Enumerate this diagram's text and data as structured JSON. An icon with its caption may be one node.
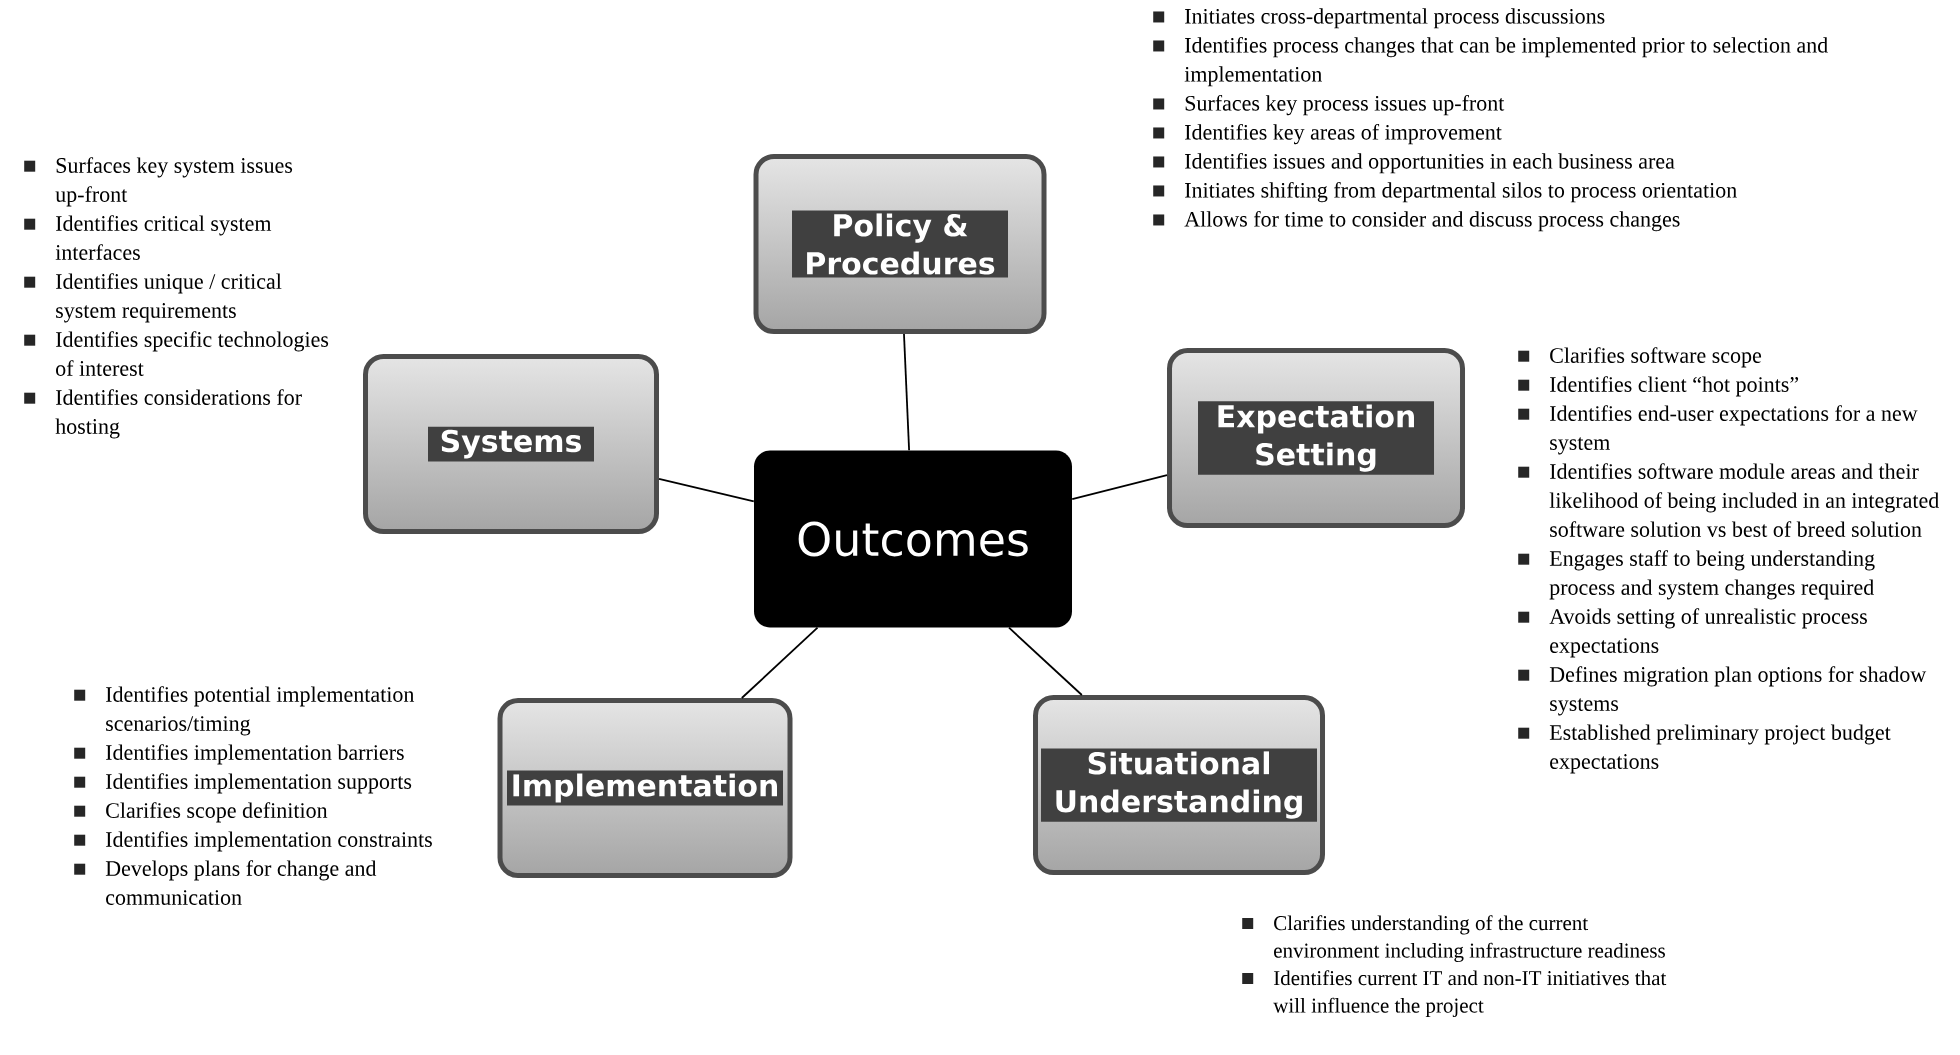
{
  "diagram": {
    "nodes": [
      {
        "text": [
          "Outcomes"
        ]
      },
      {
        "text": [
          "Policy & Procedures"
        ],
        "beside": [
          "Initiates cross-departmental process discussions",
          "Identifies process changes that can be implemented prior to selection and implementation",
          "Surfaces key process issues up-front",
          "Identifies key areas of improvement",
          "Identifies issues and opportunities in each business area",
          "Initiates shifting from departmental silos to process orientation",
          "Allows for time to consider and discuss process changes"
        ]
      },
      {
        "text": [
          "Systems"
        ],
        "beside": [
          "Surfaces key system issues up-front",
          "Identifies critical system interfaces",
          "Identifies unique / critical system requirements",
          "Identifies specific technologies of interest",
          "Identifies considerations for hosting"
        ]
      },
      {
        "text": [
          "Expectation Setting"
        ],
        "beside": [
          "Clarifies software scope",
          "Identifies client “hot points”",
          "Identifies end-user expectations for a new system",
          "Identifies software module areas and their likelihood of being included in an integrated software solution vs best of breed solution",
          "Engages staff to being understanding process and system changes required",
          "Avoids setting of unrealistic process expectations",
          "Defines migration plan options for shadow systems",
          "Established preliminary project budget expectations"
        ]
      },
      {
        "text": [
          "Implementation"
        ],
        "beside": [
          "Identifies potential implementation scenarios/timing",
          "Identifies implementation barriers",
          "Identifies implementation supports",
          "Clarifies scope definition",
          "Identifies implementation constraints",
          "Develops plans for change and communication"
        ]
      },
      {
        "text": [
          "Situational Understanding"
        ],
        "beside": [
          "Clarifies understanding of the current environment including infrastructure readiness",
          "Identifies current IT and non-IT initiatives that will influence the project"
        ]
      }
    ],
    "edges": [
      {
        "from": 0,
        "to": 1,
        "arrow": "none"
      },
      {
        "from": 0,
        "to": 2,
        "arrow": "none"
      },
      {
        "from": 0,
        "to": 3,
        "arrow": "none"
      },
      {
        "from": 0,
        "to": 4,
        "arrow": "none"
      },
      {
        "from": 0,
        "to": 5,
        "arrow": "none"
      }
    ]
  }
}
